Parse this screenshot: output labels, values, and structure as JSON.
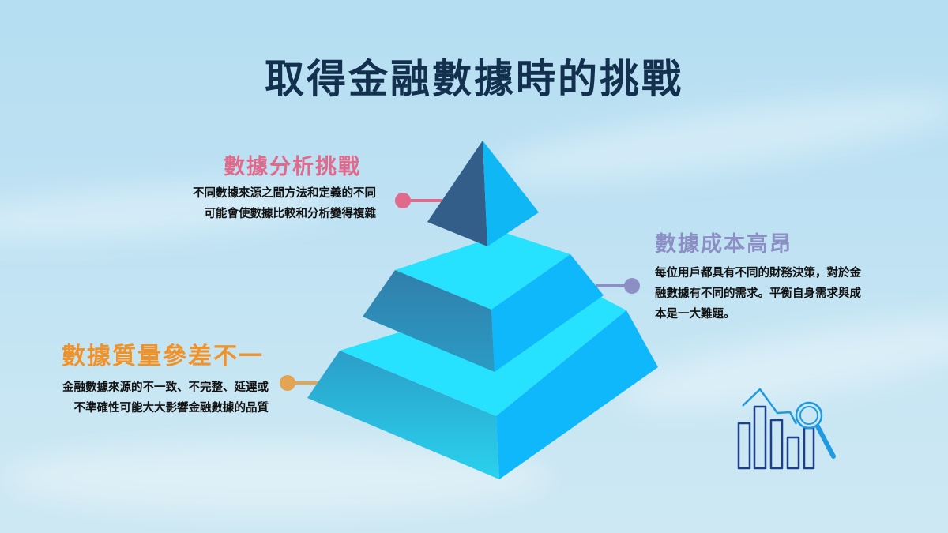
{
  "title": "取得金融數據時的挑戰",
  "sections": [
    {
      "id": "analysis",
      "heading": "數據分析挑戰",
      "lines": [
        "不同數據來源之間方法和定義的不同",
        "可能會使數據比較和分析變得複雜"
      ],
      "color": "#e06a8b"
    },
    {
      "id": "cost",
      "heading": "數據成本高昂",
      "lines": [
        "每位用戶都具有不同的財務決策，對於金",
        "融數據有不同的需求。平衡自身需求與成",
        "本是一大難題。"
      ],
      "color": "#8b8fc4"
    },
    {
      "id": "quality",
      "heading": "數據質量參差不一",
      "lines": [
        "金融數據來源的不一致、不完整、延遲或",
        "不準確性可能大大影響金融數據的品質"
      ],
      "color": "#f0922a"
    }
  ],
  "icons": {
    "pyramid": "three-tier-pyramid-icon",
    "chart": "bar-chart-magnifier-icon"
  },
  "colors": {
    "title": "#13304f",
    "pyramid_top_left": "#345e8a",
    "pyramid_top_right": "#0fb8f5",
    "pyramid_face_top": "#26e2ff",
    "pyramid_face_left": "#2a8db8",
    "pyramid_face_right": "#0fb8fb",
    "chart_bars": "#1d3f8a",
    "chart_line": "#1e9be0"
  }
}
